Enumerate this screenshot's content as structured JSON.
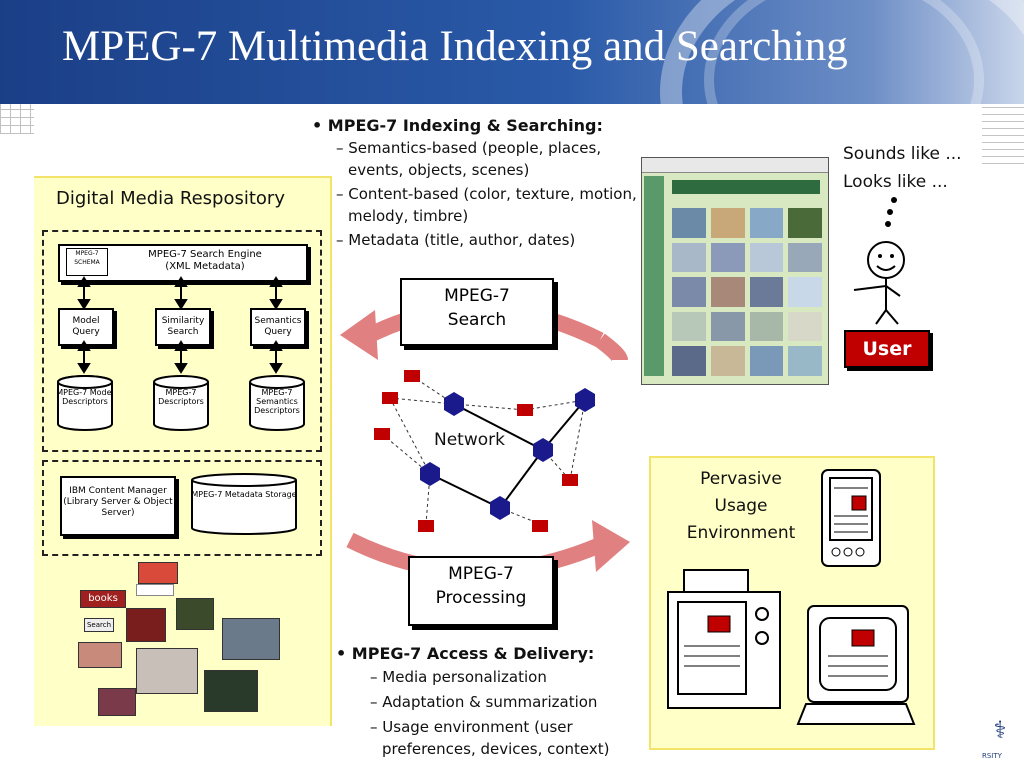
{
  "title": "MPEG-7 Multimedia Indexing and Searching",
  "repository": {
    "title": "Digital Media Respository",
    "schema_label": "MPEG-7 SCHEMA",
    "engine_line1": "MPEG-7 Search Engine",
    "engine_line2": "(XML Metadata)",
    "queries": [
      "Model Query",
      "Similarity Search",
      "Semantics Query"
    ],
    "descriptors": [
      "MPEG-7 Model Descriptors",
      "MPEG-7 Descriptors",
      "MPEG-7 Semantics Descriptors"
    ],
    "content_manager": "IBM Content Manager (Library Server & Object Server)",
    "metadata_storage": "MPEG-7 Metadata Storage",
    "books_label": "books",
    "search_label": "Search"
  },
  "indexing": {
    "heading": "MPEG-7 Indexing & Searching:",
    "items": [
      "Semantics-based (people, places, events, objects, scenes)",
      "Content-based (color, texture, motion, melody, timbre)",
      "Metadata (title, author, dates)"
    ]
  },
  "search_box": [
    "MPEG-7",
    "Search"
  ],
  "processing_box": [
    "MPEG-7",
    "Processing"
  ],
  "network_label": "Network",
  "user": {
    "thought1": "Sounds like ...",
    "thought2": "Looks like ...",
    "button": "User"
  },
  "pervasive": {
    "line1": "Pervasive",
    "line2": "Usage",
    "line3": "Environment"
  },
  "access": {
    "heading": "MPEG-7 Access & Delivery:",
    "items": [
      "Media personalization",
      "Adaptation & summarization",
      "Usage environment (user preferences, devices, context)"
    ]
  },
  "logo_sub": "RSITY",
  "colors": {
    "banner": "#1b3f87",
    "panel_yellow": "#ffffc8",
    "node_blue": "#1a1a8c",
    "node_red": "#c00000",
    "arrow_pink": "#e08080",
    "user_red": "#c00000"
  }
}
